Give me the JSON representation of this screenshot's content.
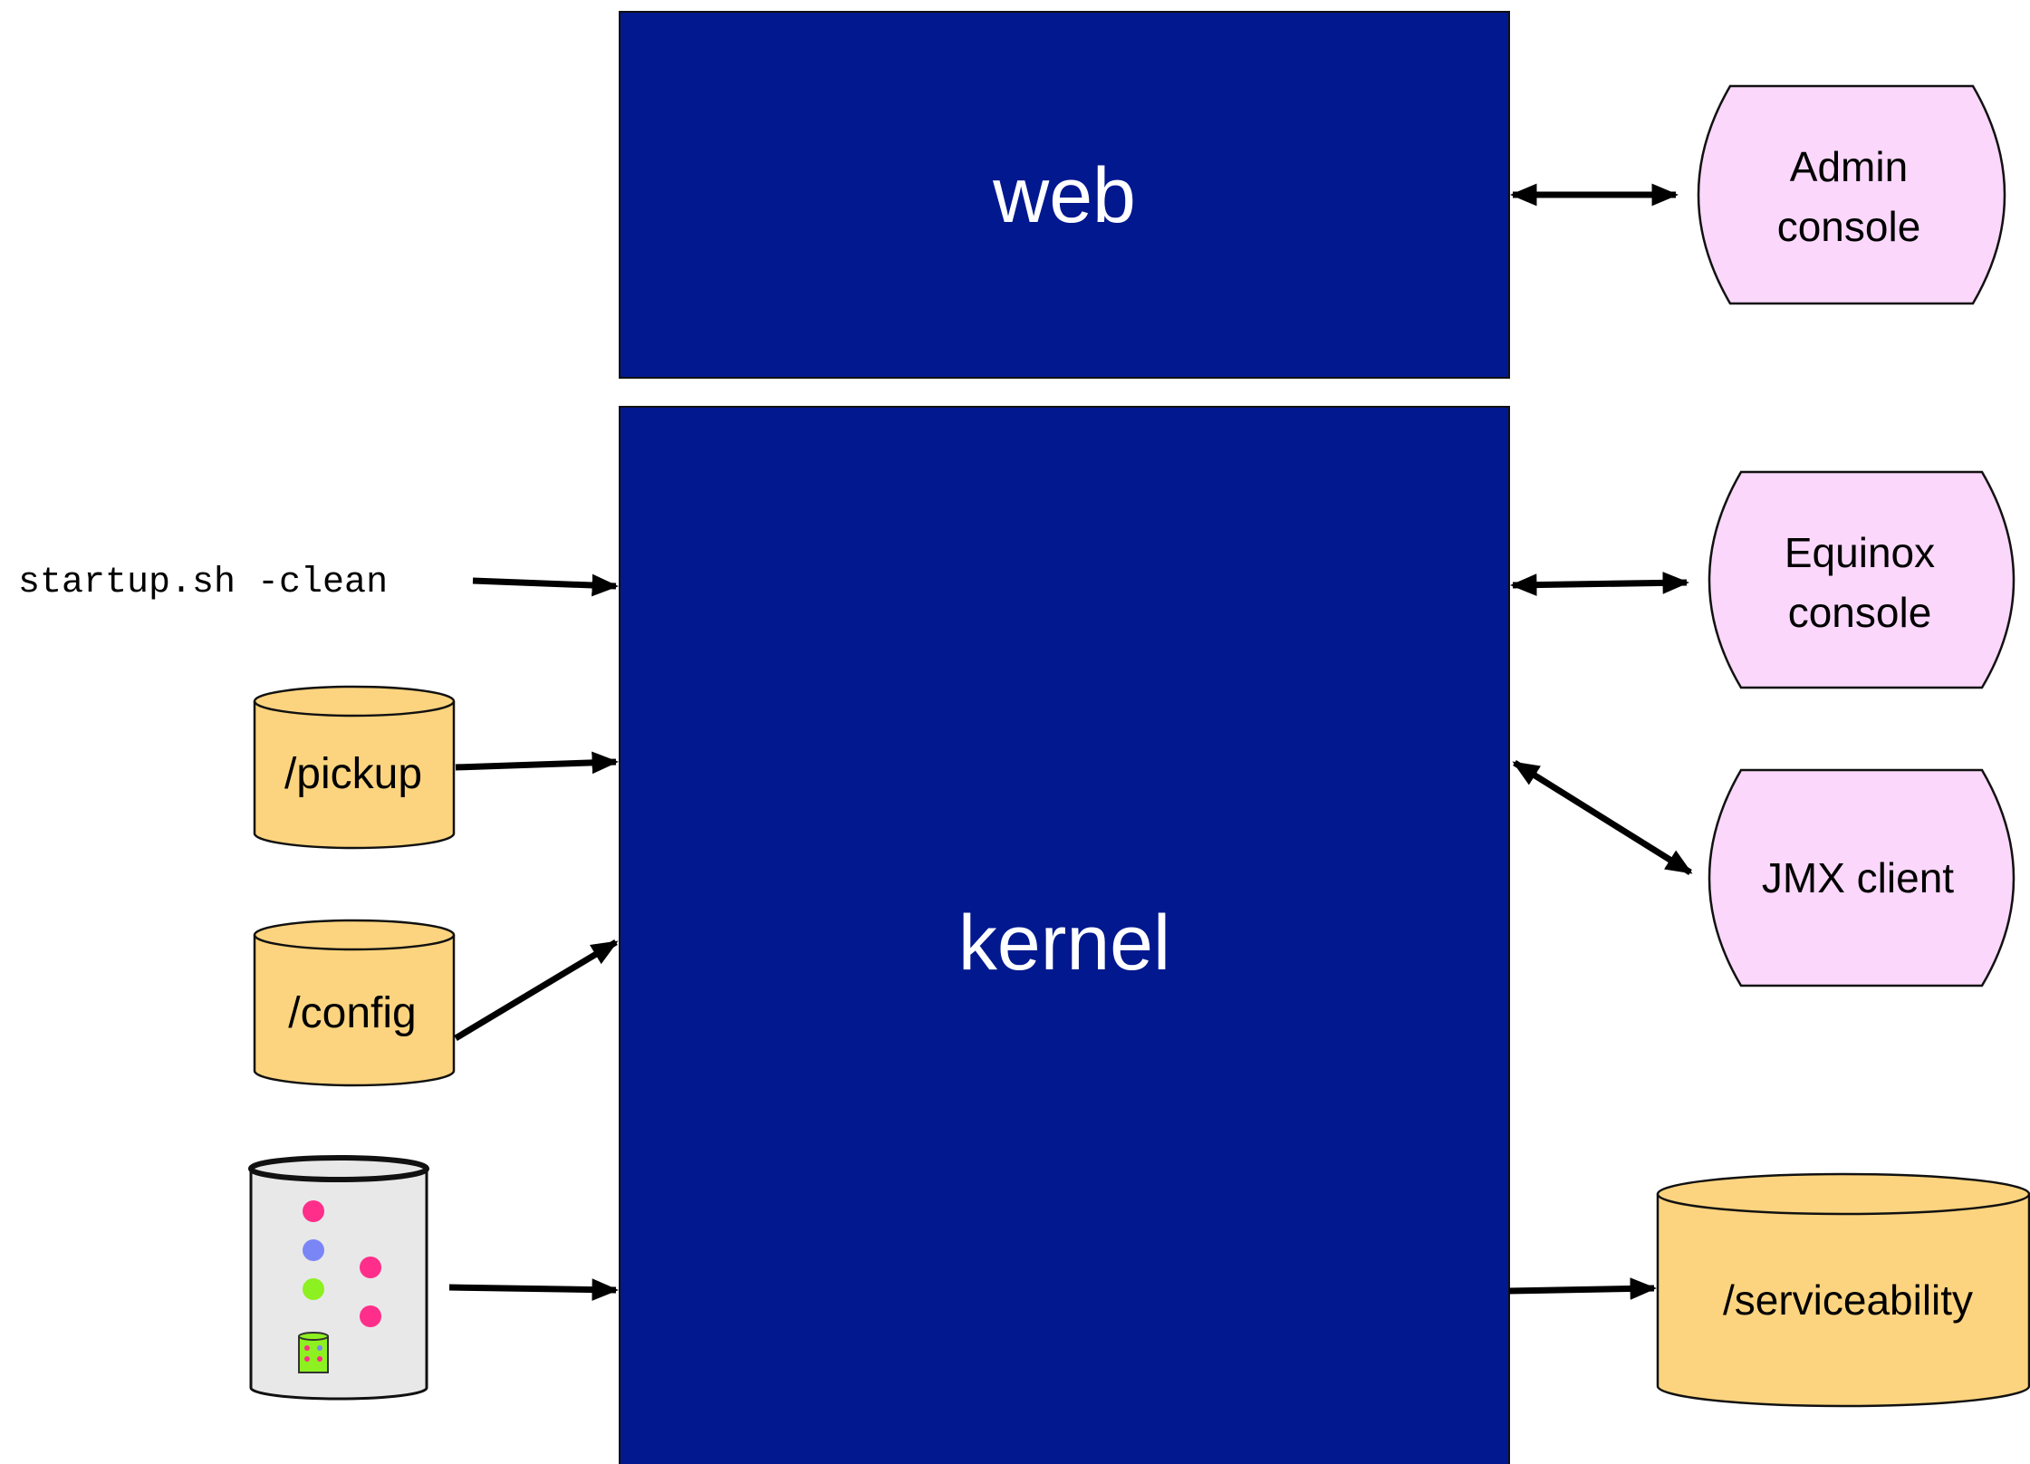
{
  "components": {
    "web": {
      "label": "web"
    },
    "kernel": {
      "label": "kernel"
    }
  },
  "inputs": {
    "startup_command": "startup.sh -clean",
    "pickup_dir": "/pickup",
    "config_dir": "/config"
  },
  "clients": {
    "admin_console": [
      "Admin",
      "console"
    ],
    "equinox_console": [
      "Equinox",
      "console"
    ],
    "jmx_client": "JMX client"
  },
  "outputs": {
    "serviceability_dir": "/serviceability"
  },
  "colors": {
    "component_fill": "#02188f",
    "client_fill": "#fad7fb",
    "store_fill": "#fcd47f",
    "repository_fill": "#e8e8e8",
    "dot_pink": "#ff2e8b",
    "dot_blue": "#7b86f6",
    "dot_green": "#8df020"
  }
}
